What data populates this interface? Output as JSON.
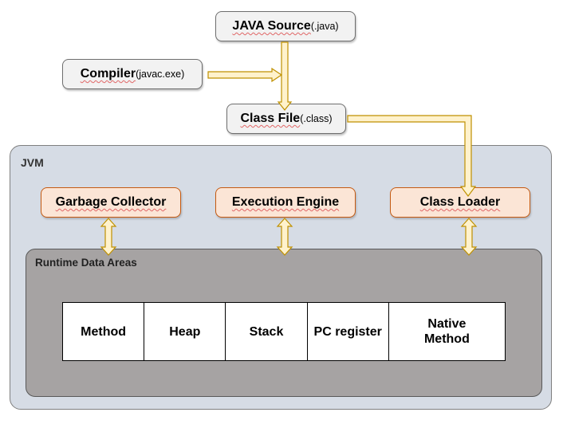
{
  "source": {
    "main": "JAVA Source",
    "ext": "(.java)"
  },
  "compiler": {
    "main": "Compiler",
    "ext": "(javac.exe)"
  },
  "class_file": {
    "main": "Class File",
    "ext": "(.class)"
  },
  "jvm": {
    "label": "JVM",
    "components": {
      "garbage_collector": "Garbage Collector",
      "execution_engine": "Execution Engine",
      "class_loader": "Class Loader"
    },
    "runtime": {
      "label": "Runtime Data Areas",
      "areas": [
        "Method",
        "Heap",
        "Stack",
        "PC register",
        "Native Method"
      ]
    }
  },
  "colors": {
    "arrow_fill": "#fff2cc",
    "arrow_stroke": "#bf9000",
    "component_fill": "#fbe5d6",
    "component_border": "#c55a11",
    "jvm_fill": "#d6dce5",
    "runtime_fill": "#a6a3a3"
  }
}
